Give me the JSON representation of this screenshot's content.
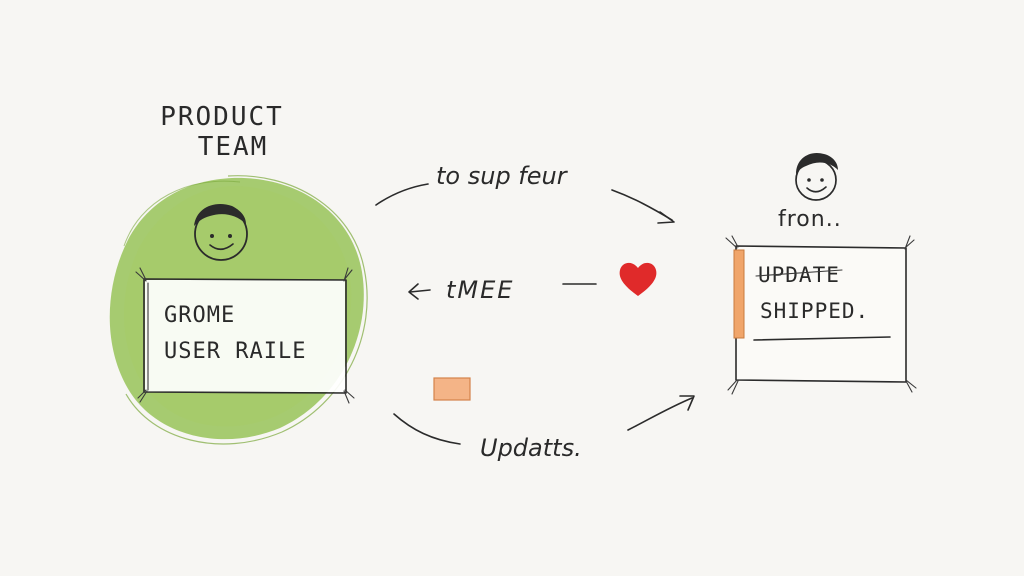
{
  "colors": {
    "background": "#f7f6f3",
    "ink": "#2b2b2b",
    "green_wash": "#8fbf4a",
    "heart": "#e02a2a",
    "orange_accent": "#f0a56a"
  },
  "left_group": {
    "title_line1": "PRODUCT",
    "title_line2": "TEAM",
    "card_line1": "GROME",
    "card_line2": "USER RAILE"
  },
  "right_group": {
    "caption": "fron..",
    "card_line1": "UPDATE",
    "card_line2": "SHIPPED."
  },
  "arrows": {
    "top_label": "to sup feur",
    "middle_label": "tMEE",
    "bottom_label": "Updatts."
  },
  "icons": {
    "left_face": "smiley-face-icon",
    "right_face": "smiley-face-icon",
    "heart": "heart-icon",
    "orange_note": "orange-note-icon"
  }
}
